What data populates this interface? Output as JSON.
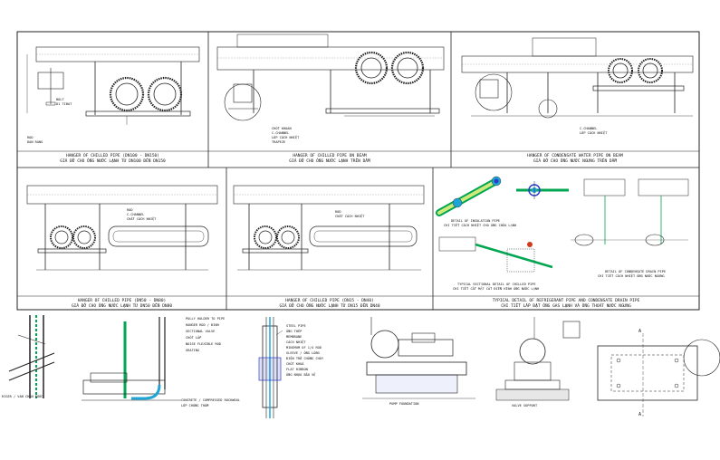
{
  "panels": {
    "p1": {
      "title": "HANGER OF CHILLED PIPE (DN100 - DN150)",
      "subtitle": "GIÁ ĐỠ CHO ỐNG NƯỚC LẠNH TỪ DN100 ĐẾN DN150",
      "notes": [
        "ROD",
        "DAN RANG",
        "BOLT",
        "D1 TIBAT"
      ]
    },
    "p2": {
      "title": "HANGER OF CHILLED PIPE ON BEAM",
      "subtitle": "GIÁ ĐỠ CHO ỐNG NƯỚC LẠNH TRÊN DẦM",
      "notes": [
        "CHỐT KHOAN",
        "C-CHANNEL",
        "LỚP CÁCH NHIỆT",
        "TRAPEZE"
      ]
    },
    "p3": {
      "title": "HANGER OF CONDENSATE WATER PIPE ON BEAM",
      "subtitle": "GIÁ ĐỠ CHO ỐNG NƯỚC NGƯNG TRÊN DẦM",
      "notes": [
        "C-CHANNEL",
        "LỚP CÁCH NHIỆT"
      ]
    },
    "p4": {
      "title": "HANGER OF CHILLED PIPE (DN50 - DN80)",
      "subtitle": "GIÁ ĐỠ CHO ỐNG NƯỚC LẠNH TỪ DN50 ĐẾN DN80",
      "notes": [
        "ROD",
        "C-CHANNEL",
        "CHẤT CÁCH NHIỆT"
      ]
    },
    "p5": {
      "title": "HANGER OF CHILLED PIPE (DN15 - DN40)",
      "subtitle": "GIÁ ĐỠ CHO ỐNG NƯỚC LẠNH TỪ DN15 ĐẾN DN40",
      "notes": [
        "ROD",
        "CHẤT CÁCH NHIỆT"
      ]
    },
    "p6": {
      "detail1_title": "DETAIL OF INSULATION PIPE",
      "detail1_sub": "CHI TIẾT CÁCH NHIỆT CHO ỐNG CHỮA LẠNH",
      "detail2_title": "TYPICAL SECTIONAL DETAIL OF CHILLED PIPE",
      "detail2_sub": "CHI TIẾT CẮT MẶT CẮT ĐIỂN HÌNH ỐNG NƯỚC LẠNH",
      "detail3_title": "DETAIL OF CONDENSATE DRAIN PIPE",
      "detail3_sub": "CHI TIẾT CÁCH NHIỆT ỐNG NƯỚC NGƯNG",
      "title": "TYPICAL DETAIL OF REFRIGERANT PIPE AND CONDENSATE DRAIN PIPE",
      "subtitle": "CHI TIẾT LẮP ĐẶT ỐNG GAS LẠNH VÀ ỐNG THOÁT NƯỚC NGƯNG"
    }
  },
  "bottom": {
    "riser_label": "RISER / VAN CHẶN NƯỚC",
    "wall_labels": [
      "PULLY HOLDER TO PIPE",
      "HANGER ROD / ĐINH",
      "SECTIONAL VALVE",
      "CHỐT LẮP",
      "NOISE FLEXIBLE ROD",
      "GRATING"
    ],
    "sleeve_labels": [
      "STEEL PIPE",
      "ỐNG THÉP",
      "MEMBRANE",
      "CÁCH NHIỆT",
      "MINIMUM OF 1/4 ROD",
      "SLEEVE / ỐNG LỒNG",
      "ĐIỆN TRỞ CHỐNG CHÁY",
      "CHỐT KHOÁ",
      "FLAT RIBBON",
      "ỐNG NHỰA BẢO VỆ"
    ],
    "sleeve_notes": [
      "CONCRETE / COMPRESSED ROCKWOOL",
      "LỚP CHỐNG THẤM"
    ],
    "pump_label": "PUMP FOUNDATION",
    "valve_label": "VALVE SUPPORT",
    "plan_labels": [
      "A",
      "A"
    ]
  },
  "colors": {
    "line": "#1a1a1a",
    "accent": "#00a651",
    "cyan": "#1ea5d6",
    "blue": "#2b3bc9",
    "red": "#d23a1e"
  }
}
